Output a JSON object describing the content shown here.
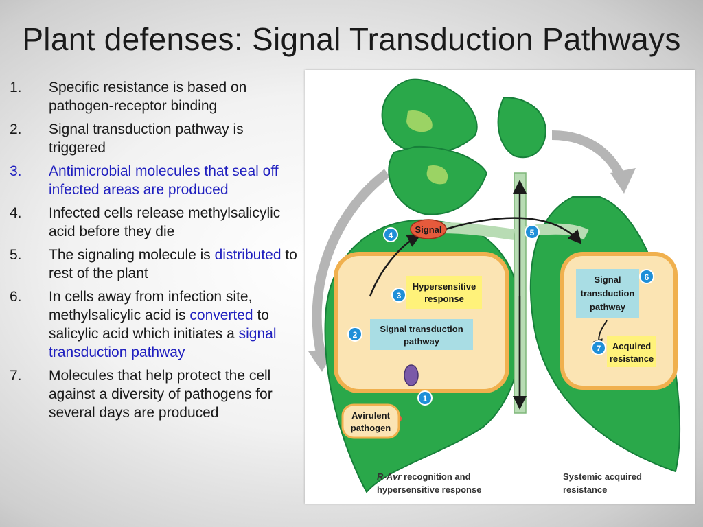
{
  "slide": {
    "title": "Plant defenses: Signal Transduction Pathways"
  },
  "bullets": [
    {
      "number": "1.",
      "segments": [
        {
          "text": "Specific resistance is based on pathogen-receptor binding",
          "highlight": false
        }
      ]
    },
    {
      "number": "2.",
      "segments": [
        {
          "text": "Signal transduction pathway is triggered",
          "highlight": false
        }
      ]
    },
    {
      "number": "3.",
      "segments": [
        {
          "text": "Antimicrobial molecules that seal off infected areas are produced",
          "highlight": true
        }
      ]
    },
    {
      "number": "4.",
      "segments": [
        {
          "text": "Infected cells release methylsalicylic acid before they die",
          "highlight": false
        }
      ]
    },
    {
      "number": "5.",
      "segments": [
        {
          "text": "The signaling molecule is ",
          "highlight": false
        },
        {
          "text": "distributed",
          "highlight": true
        },
        {
          "text": " to rest of the plant",
          "highlight": false
        }
      ]
    },
    {
      "number": "6.",
      "segments": [
        {
          "text": "In cells away from infection site, methylsalicylic acid is ",
          "highlight": false
        },
        {
          "text": "converted",
          "highlight": true
        },
        {
          "text": " to salicylic acid which initiates a ",
          "highlight": false
        },
        {
          "text": "signal transduction pathway",
          "highlight": true
        }
      ]
    },
    {
      "number": "7.",
      "segments": [
        {
          "text": "Molecules that help protect the cell against a diversity of pathogens for several days are produced",
          "highlight": false
        }
      ]
    }
  ],
  "figure": {
    "signal": "Signal",
    "hypersensitive_line1": "Hypersensitive",
    "hypersensitive_line2": "response",
    "signal_pathway_left_line1": "Signal transduction",
    "signal_pathway_left_line2": "pathway",
    "signal_pathway_right_line1": "Signal",
    "signal_pathway_right_line2": "transduction",
    "signal_pathway_right_line3": "pathway",
    "acquired_line1": "Acquired",
    "acquired_line2": "resistance",
    "avirulent_line1": "Avirulent",
    "avirulent_line2": "pathogen",
    "caption_left_italic": "R-Avr",
    "caption_left_rest": " recognition and",
    "caption_left_line2": "hypersensitive response",
    "caption_right_line1": "Systemic acquired",
    "caption_right_line2": "resistance",
    "step_numbers": [
      "1",
      "2",
      "3",
      "4",
      "5",
      "6",
      "7"
    ],
    "colors": {
      "leaf": "#2aa84a",
      "leaf_dark": "#17803a",
      "cell": "#fbe4b3",
      "cell_border": "#f0b04e",
      "label_box": "#a9dde4",
      "highlight_box": "#fff27a",
      "signal": "#e65a3c",
      "step_circle": "#1f8fd8",
      "stem": "#b8dcb4",
      "arrow_gray": "#b5b5b5"
    }
  }
}
